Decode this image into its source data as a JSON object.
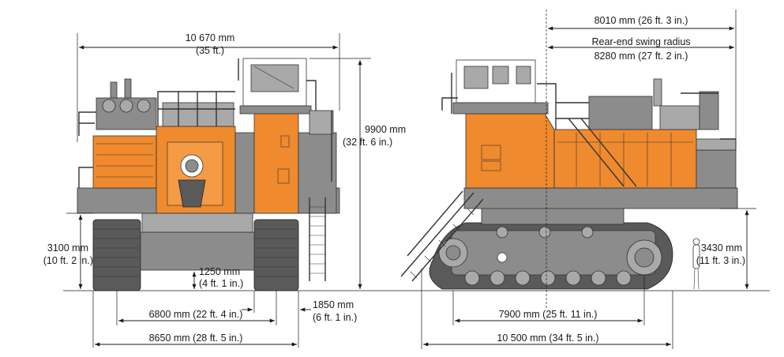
{
  "dimensions": {
    "front_width_overall": [
      "10 670 mm",
      "(35 ft.)"
    ],
    "front_height_overall": [
      "9900 mm",
      "(32 ft. 6 in.)"
    ],
    "front_counterweight_clearance": [
      "3100 mm",
      "(10 ft. 2 in.)"
    ],
    "front_ground_clearance": [
      "1250 mm",
      "(4 ft. 1 in.)"
    ],
    "front_track_gauge": [
      "6800 mm (22 ft. 4 in.)"
    ],
    "front_shoe_width": [
      "1850 mm",
      "(6 ft. 1 in.)"
    ],
    "front_undercarriage_width": [
      "8650 mm (28 ft. 5 in.)"
    ],
    "side_tail_length": [
      "8010 mm (26 ft. 3 in.)"
    ],
    "side_swing_radius": [
      "Rear-end swing radius",
      "8280 mm (27 ft. 2 in.)"
    ],
    "side_track_length_tumbler": [
      "7900 mm (25 ft. 11 in.)"
    ],
    "side_track_length_overall": [
      "10 500 mm (34 ft. 5 in.)"
    ],
    "side_height_to_deck": [
      "3430 mm",
      "(11 ft. 3 in.)"
    ]
  },
  "colors": {
    "body_orange": "#ef8a2e",
    "frame_gray": "#8c8c8c",
    "track_dark": "#5a5a5a",
    "line": "#1a1a1a"
  },
  "icons": [
    "human-figure-icon"
  ]
}
